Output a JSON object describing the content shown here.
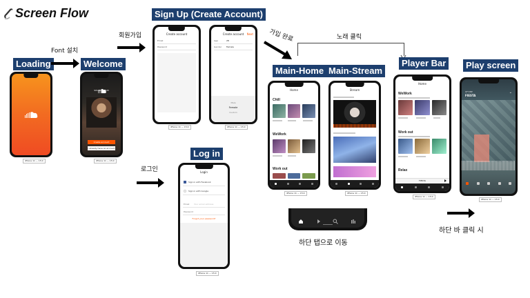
{
  "title": "Screen Flow",
  "screens": {
    "loading": "Loading",
    "welcome": "Welcome",
    "signup": "Sign Up (Create Account)",
    "login": "Log in",
    "main_home": "Main-Home",
    "main_stream": "Main-Stream",
    "player_bar": "Player Bar",
    "play_screen": "Play screen"
  },
  "notes": {
    "font_setting": "Font 설치",
    "signup": "회원가입",
    "login": "로그인",
    "signup_done": "가입 완료",
    "song_click": "노래 클릭",
    "bottom_tab": "하단 탭으로 이동",
    "bar_click": "하단 바 클릭 시"
  },
  "phone_caption": "iPhone 11 — 15:0",
  "mock": {
    "welcome_brand": "SOUNDCLOUD",
    "welcome_cta": "Create account",
    "welcome_signin": "I already have an account",
    "create_account": "Create account",
    "next": "Next",
    "age": "Age",
    "gender": "Gender",
    "age_value": "28",
    "gender_value": "Female",
    "gender_options": [
      "Male",
      "Female",
      "Custom"
    ],
    "login_title": "Login",
    "facebook": "Sign in with Facebook",
    "google": "Sign in with Google",
    "email": "Email",
    "password": "Password",
    "email_placeholder": "Your email address",
    "forgot": "Forgot your password?",
    "home_title": "Home",
    "stream_title": "Stream",
    "chill": "Chill",
    "wework": "WeWork",
    "work_out": "Work out",
    "relax": "Relax",
    "play_title": "FIESTA",
    "play_artist": "IZ*ONE"
  },
  "colors": {
    "label_bg": "#1d3f6e",
    "soundcloud_orange": "#f26b21",
    "accent": "#ff5500"
  },
  "icons": [
    "soundcloud-logo-icon",
    "home-tab-icon",
    "search-tab-icon",
    "library-tab-icon",
    "play-icon"
  ]
}
